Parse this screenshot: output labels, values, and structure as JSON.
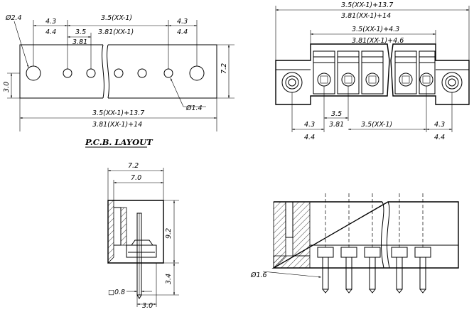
{
  "title": "P.C.B. LAYOUT",
  "pcb_layout": {
    "hole_dia_large": "Ø2.4",
    "pitch_end_top": "4.3",
    "pitch_end_bottom": "4.4",
    "total_pitch_top": "3.5(XX-1)",
    "total_pitch_bottom": "3.81(XX-1)",
    "pitch_top": "3.5",
    "pitch_bottom": "3.81",
    "pitch_end_top_r": "4.3",
    "pitch_end_bottom_r": "4.4",
    "height": "7.2",
    "offset": "3.0",
    "hole_dia_small": "Ø1.4",
    "overall_top": "3.5(XX-1)+13.7",
    "overall_bottom": "3.81(XX-1)+14"
  },
  "front_view": {
    "overall_top": "3.5(XX-1)+13.7",
    "overall_bottom": "3.81(XX-1)+14",
    "inner_top": "3.5(XX-1)+4.3",
    "inner_bottom": "3.81(XX-1)+4.6",
    "left_top": "4.3",
    "left_bottom": "4.4",
    "pitch_top": "3.5",
    "pitch_bottom": "3.81",
    "span": "3.5(XX-1)",
    "right_top": "4.3",
    "right_bottom": "4.4"
  },
  "side_view": {
    "width_outer": "7.2",
    "width_inner": "7.0",
    "height": "9.2",
    "pin_length": "3.4",
    "pin_size": "□0.8",
    "pin_offset": "3.0"
  },
  "section_view": {
    "pin_dia": "Ø1.6"
  }
}
